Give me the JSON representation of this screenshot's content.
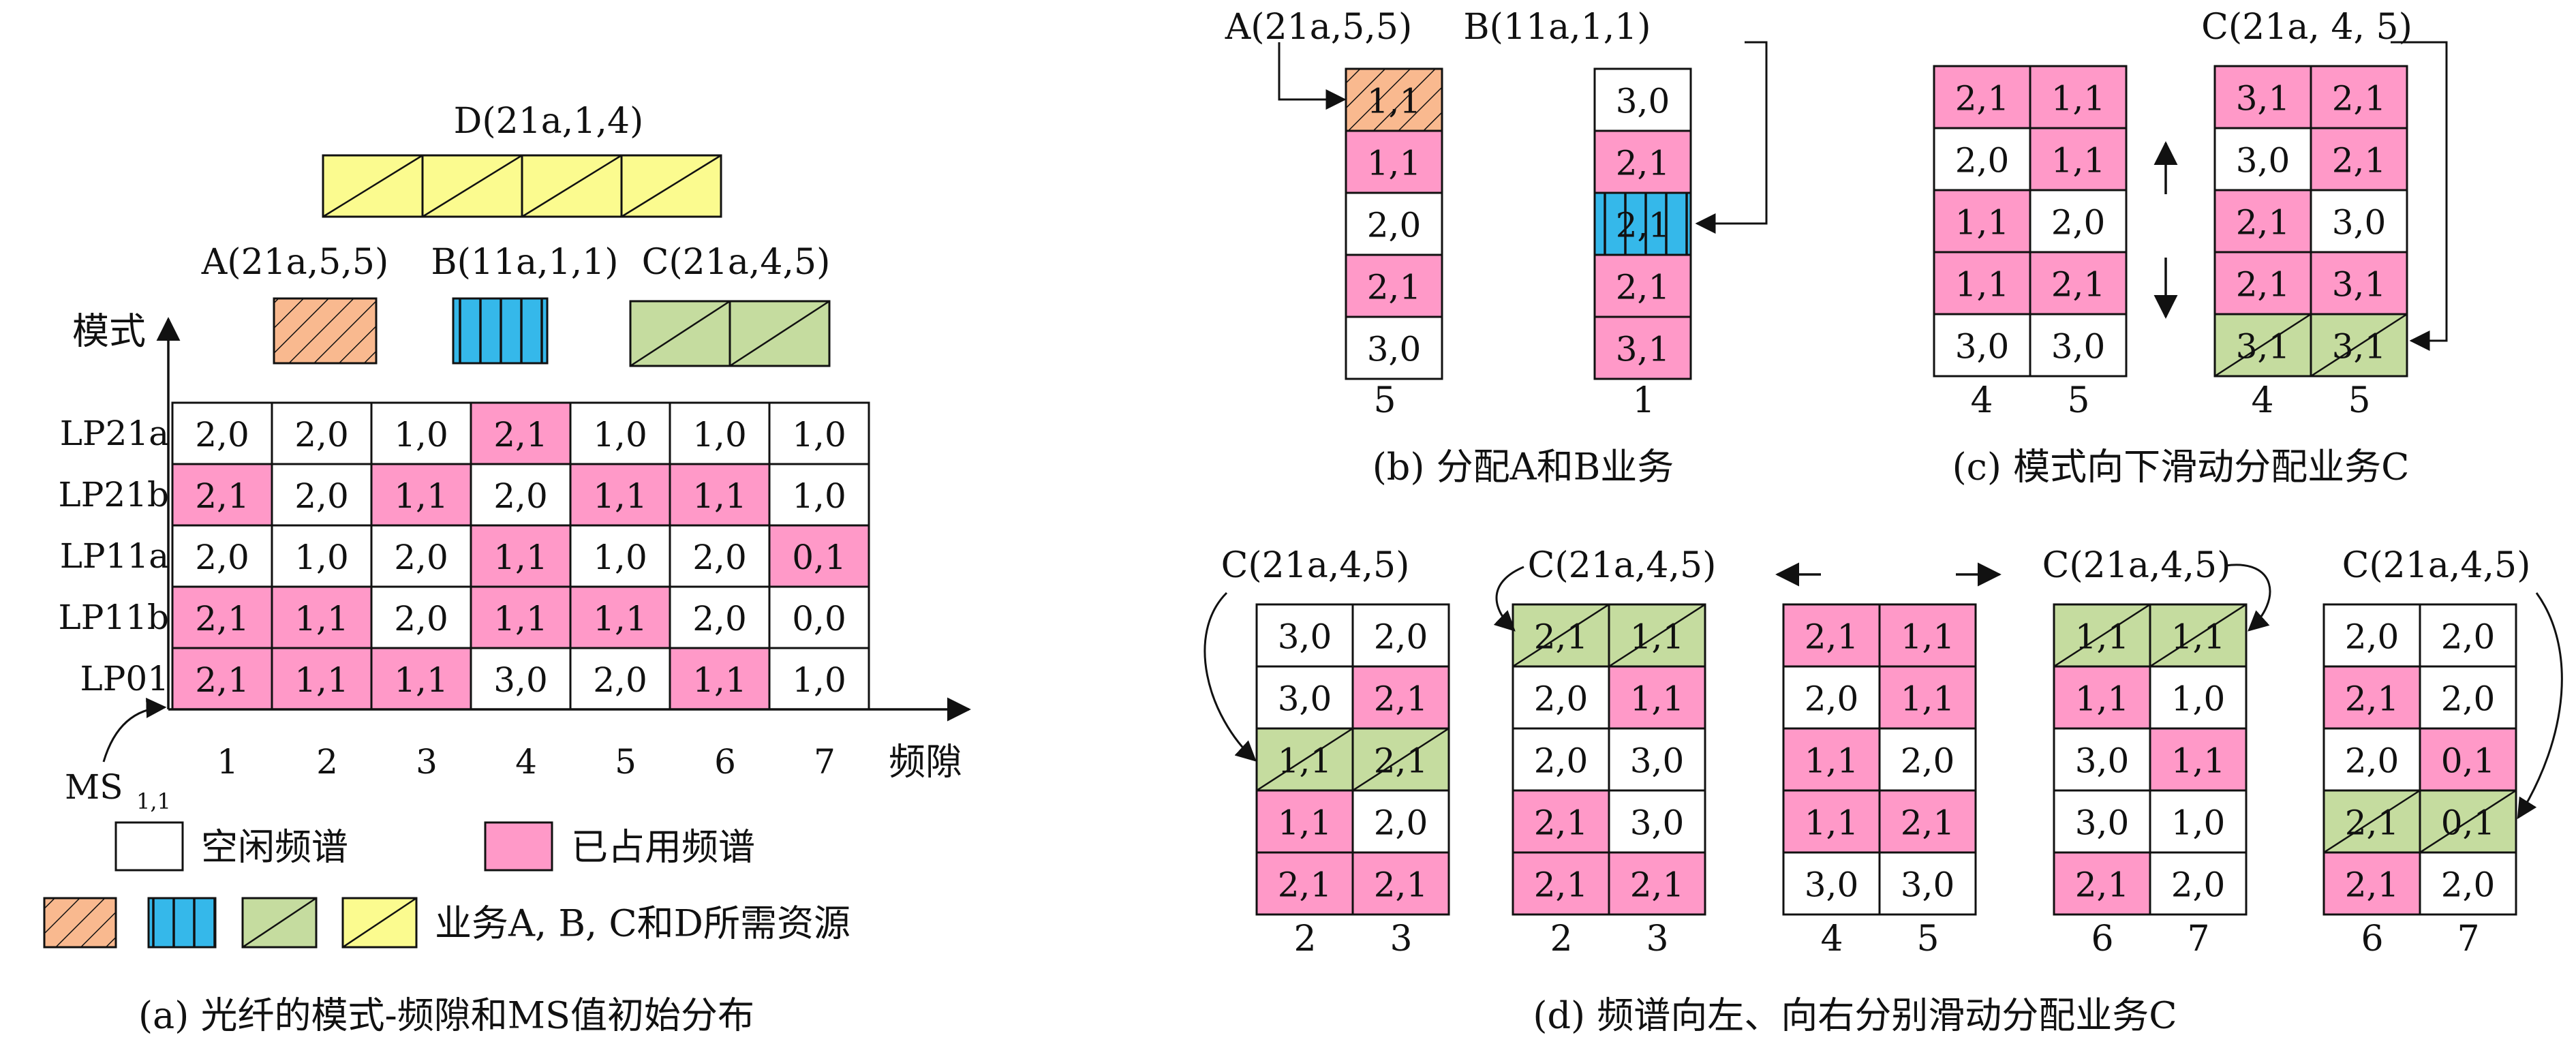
{
  "colors": {
    "occupied": "#ff99c8",
    "free": "#ffffff",
    "serviceA": "#f9b98f",
    "serviceB": "#35b8ea",
    "serviceC": "#c5dc9f",
    "serviceD": "#fbfb8f",
    "stroke": "#111111"
  },
  "panel_a": {
    "caption": "(a) 光纤的模式-频隙和MS值初始分布",
    "y_axis_label": "模式",
    "x_axis_label": "频隙",
    "origin_label": "MS",
    "origin_sub": "1,1",
    "rows": [
      "LP21a",
      "LP21b",
      "LP11a",
      "LP11b",
      "LP01"
    ],
    "columns": [
      "1",
      "2",
      "3",
      "4",
      "5",
      "6",
      "7"
    ],
    "grid": [
      [
        {
          "v": "2,0",
          "o": false
        },
        {
          "v": "2,0",
          "o": false
        },
        {
          "v": "1,0",
          "o": false
        },
        {
          "v": "2,1",
          "o": true
        },
        {
          "v": "1,0",
          "o": false
        },
        {
          "v": "1,0",
          "o": false
        },
        {
          "v": "1,0",
          "o": false
        }
      ],
      [
        {
          "v": "2,1",
          "o": true
        },
        {
          "v": "2,0",
          "o": false
        },
        {
          "v": "1,1",
          "o": true
        },
        {
          "v": "2,0",
          "o": false
        },
        {
          "v": "1,1",
          "o": true
        },
        {
          "v": "1,1",
          "o": true
        },
        {
          "v": "1,0",
          "o": false
        }
      ],
      [
        {
          "v": "2,0",
          "o": false
        },
        {
          "v": "1,0",
          "o": false
        },
        {
          "v": "2,0",
          "o": false
        },
        {
          "v": "1,1",
          "o": true
        },
        {
          "v": "1,0",
          "o": false
        },
        {
          "v": "2,0",
          "o": false
        },
        {
          "v": "0,1",
          "o": true
        }
      ],
      [
        {
          "v": "2,1",
          "o": true
        },
        {
          "v": "1,1",
          "o": true
        },
        {
          "v": "2,0",
          "o": false
        },
        {
          "v": "1,1",
          "o": true
        },
        {
          "v": "1,1",
          "o": true
        },
        {
          "v": "2,0",
          "o": false
        },
        {
          "v": "0,0",
          "o": false
        }
      ],
      [
        {
          "v": "2,1",
          "o": true
        },
        {
          "v": "1,1",
          "o": true
        },
        {
          "v": "1,1",
          "o": true
        },
        {
          "v": "3,0",
          "o": false
        },
        {
          "v": "2,0",
          "o": false
        },
        {
          "v": "1,1",
          "o": true
        },
        {
          "v": "1,0",
          "o": false
        }
      ]
    ],
    "service_labels": {
      "A": "A(21a,5,5)",
      "B": "B(11a,1,1)",
      "C": "C(21a,4,5)",
      "D": "D(21a,1,4)"
    },
    "legend": {
      "free": "空闲频谱",
      "occupied": "已占用频谱",
      "services": "业务A, B, C和D所需资源"
    }
  },
  "panel_b": {
    "caption": "(b) 分配A和B业务",
    "col_a": {
      "label": "A(21a,5,5)",
      "slot": "5",
      "cells": [
        {
          "v": "1,1",
          "f": "A"
        },
        {
          "v": "1,1",
          "f": "occ"
        },
        {
          "v": "2,0",
          "f": "free"
        },
        {
          "v": "2,1",
          "f": "occ"
        },
        {
          "v": "3,0",
          "f": "free"
        }
      ]
    },
    "col_b": {
      "label": "B(11a,1,1)",
      "slot": "1",
      "cells": [
        {
          "v": "3,0",
          "f": "free"
        },
        {
          "v": "2,1",
          "f": "occ"
        },
        {
          "v": "2,1",
          "f": "B"
        },
        {
          "v": "2,1",
          "f": "occ"
        },
        {
          "v": "3,1",
          "f": "occ"
        }
      ]
    }
  },
  "panel_c": {
    "caption": "(c) 模式向下滑动分配业务C",
    "label": "C(21a, 4, 5)",
    "slots": [
      "4",
      "5"
    ],
    "before": [
      [
        {
          "v": "2,1",
          "f": "occ"
        },
        {
          "v": "1,1",
          "f": "occ"
        }
      ],
      [
        {
          "v": "2,0",
          "f": "free"
        },
        {
          "v": "1,1",
          "f": "occ"
        }
      ],
      [
        {
          "v": "1,1",
          "f": "occ"
        },
        {
          "v": "2,0",
          "f": "free"
        }
      ],
      [
        {
          "v": "1,1",
          "f": "occ"
        },
        {
          "v": "2,1",
          "f": "occ"
        }
      ],
      [
        {
          "v": "3,0",
          "f": "free"
        },
        {
          "v": "3,0",
          "f": "free"
        }
      ]
    ],
    "after": [
      [
        {
          "v": "3,1",
          "f": "occ"
        },
        {
          "v": "2,1",
          "f": "occ"
        }
      ],
      [
        {
          "v": "3,0",
          "f": "free"
        },
        {
          "v": "2,1",
          "f": "occ"
        }
      ],
      [
        {
          "v": "2,1",
          "f": "occ"
        },
        {
          "v": "3,0",
          "f": "free"
        }
      ],
      [
        {
          "v": "2,1",
          "f": "occ"
        },
        {
          "v": "3,1",
          "f": "occ"
        }
      ],
      [
        {
          "v": "3,1",
          "f": "C"
        },
        {
          "v": "3,1",
          "f": "C"
        }
      ]
    ]
  },
  "panel_d": {
    "caption": "(d) 频谱向左、向右分别滑动分配业务C",
    "grids": [
      {
        "label": "C(21a,4,5)",
        "slots": [
          "2",
          "3"
        ],
        "cells": [
          [
            {
              "v": "3,0",
              "f": "free"
            },
            {
              "v": "2,0",
              "f": "free"
            }
          ],
          [
            {
              "v": "3,0",
              "f": "free"
            },
            {
              "v": "2,1",
              "f": "occ"
            }
          ],
          [
            {
              "v": "1,1",
              "f": "C"
            },
            {
              "v": "2,1",
              "f": "C"
            }
          ],
          [
            {
              "v": "1,1",
              "f": "occ"
            },
            {
              "v": "2,0",
              "f": "free"
            }
          ],
          [
            {
              "v": "2,1",
              "f": "occ"
            },
            {
              "v": "2,1",
              "f": "occ"
            }
          ]
        ]
      },
      {
        "label": "C(21a,4,5)",
        "slots": [
          "2",
          "3"
        ],
        "cells": [
          [
            {
              "v": "2,1",
              "f": "C"
            },
            {
              "v": "1,1",
              "f": "C"
            }
          ],
          [
            {
              "v": "2,0",
              "f": "free"
            },
            {
              "v": "1,1",
              "f": "occ"
            }
          ],
          [
            {
              "v": "2,0",
              "f": "free"
            },
            {
              "v": "3,0",
              "f": "free"
            }
          ],
          [
            {
              "v": "2,1",
              "f": "occ"
            },
            {
              "v": "3,0",
              "f": "free"
            }
          ],
          [
            {
              "v": "2,1",
              "f": "occ"
            },
            {
              "v": "2,1",
              "f": "occ"
            }
          ]
        ]
      },
      {
        "label": "",
        "slots": [
          "4",
          "5"
        ],
        "cells": [
          [
            {
              "v": "2,1",
              "f": "occ"
            },
            {
              "v": "1,1",
              "f": "occ"
            }
          ],
          [
            {
              "v": "2,0",
              "f": "free"
            },
            {
              "v": "1,1",
              "f": "occ"
            }
          ],
          [
            {
              "v": "1,1",
              "f": "occ"
            },
            {
              "v": "2,0",
              "f": "free"
            }
          ],
          [
            {
              "v": "1,1",
              "f": "occ"
            },
            {
              "v": "2,1",
              "f": "occ"
            }
          ],
          [
            {
              "v": "3,0",
              "f": "free"
            },
            {
              "v": "3,0",
              "f": "free"
            }
          ]
        ]
      },
      {
        "label": "C(21a,4,5)",
        "slots": [
          "6",
          "7"
        ],
        "cells": [
          [
            {
              "v": "1,1",
              "f": "C"
            },
            {
              "v": "1,1",
              "f": "C"
            }
          ],
          [
            {
              "v": "1,1",
              "f": "occ"
            },
            {
              "v": "1,0",
              "f": "free"
            }
          ],
          [
            {
              "v": "3,0",
              "f": "free"
            },
            {
              "v": "1,1",
              "f": "occ"
            }
          ],
          [
            {
              "v": "3,0",
              "f": "free"
            },
            {
              "v": "1,0",
              "f": "free"
            }
          ],
          [
            {
              "v": "2,1",
              "f": "occ"
            },
            {
              "v": "2,0",
              "f": "free"
            }
          ]
        ]
      },
      {
        "label": "C(21a,4,5)",
        "slots": [
          "6",
          "7"
        ],
        "cells": [
          [
            {
              "v": "2,0",
              "f": "free"
            },
            {
              "v": "2,0",
              "f": "free"
            }
          ],
          [
            {
              "v": "2,1",
              "f": "occ"
            },
            {
              "v": "2,0",
              "f": "free"
            }
          ],
          [
            {
              "v": "2,0",
              "f": "free"
            },
            {
              "v": "0,1",
              "f": "occ"
            }
          ],
          [
            {
              "v": "2,1",
              "f": "C"
            },
            {
              "v": "0,1",
              "f": "C"
            }
          ],
          [
            {
              "v": "2,1",
              "f": "occ"
            },
            {
              "v": "2,0",
              "f": "free"
            }
          ]
        ]
      }
    ]
  }
}
